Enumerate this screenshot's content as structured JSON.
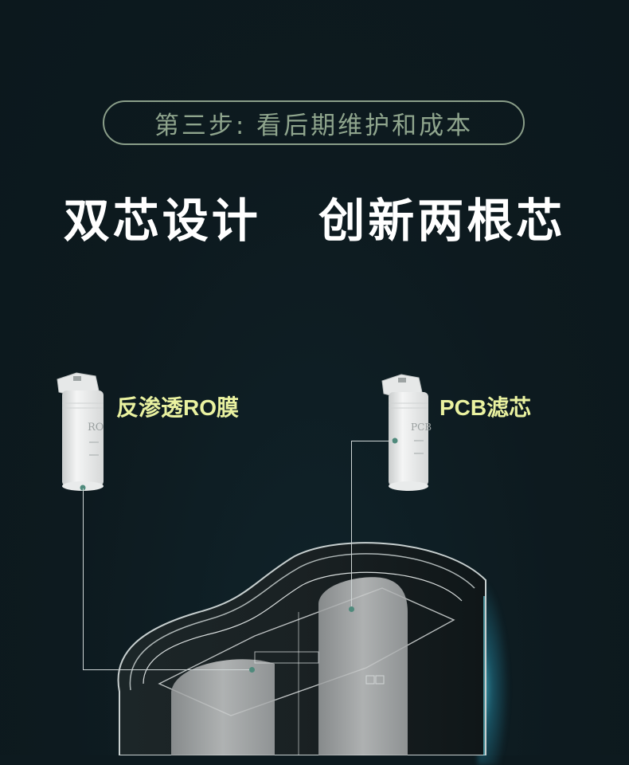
{
  "step_badge": {
    "text": "第三步: 看后期维护和成本"
  },
  "headline": {
    "text": "双芯设计   创新两根芯"
  },
  "components": [
    {
      "id": "ro",
      "label": "反渗透RO膜",
      "cartridge_mark": "RO"
    },
    {
      "id": "pcb",
      "label": "PCB滤芯",
      "cartridge_mark": "PCB"
    }
  ],
  "colors": {
    "background": "#0d1a1f",
    "badge_border": "#8a9e89",
    "badge_text": "#8fa58d",
    "headline": "#ffffff",
    "label": "#eaf2a0",
    "anchor_dot": "#4f8a7c",
    "edge_glow": "#5adcf0"
  }
}
